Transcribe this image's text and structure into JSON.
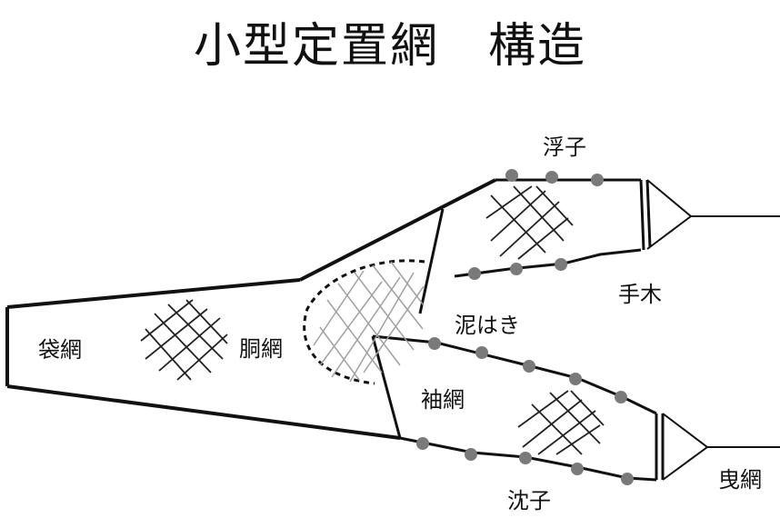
{
  "title": "小型定置網　構造",
  "labels": {
    "fukuro_ami": "袋網",
    "do_ami": "胴網",
    "fushi": "浮子",
    "tegi": "手木",
    "dorohaki": "泥はき",
    "sode_ami": "袖網",
    "chinshi": "沈子",
    "hiki_ami": "曳網"
  },
  "colors": {
    "line": "#111111",
    "net": "#222222",
    "dashed_net": "#9a9a9a",
    "float": "#7a7a7a"
  }
}
